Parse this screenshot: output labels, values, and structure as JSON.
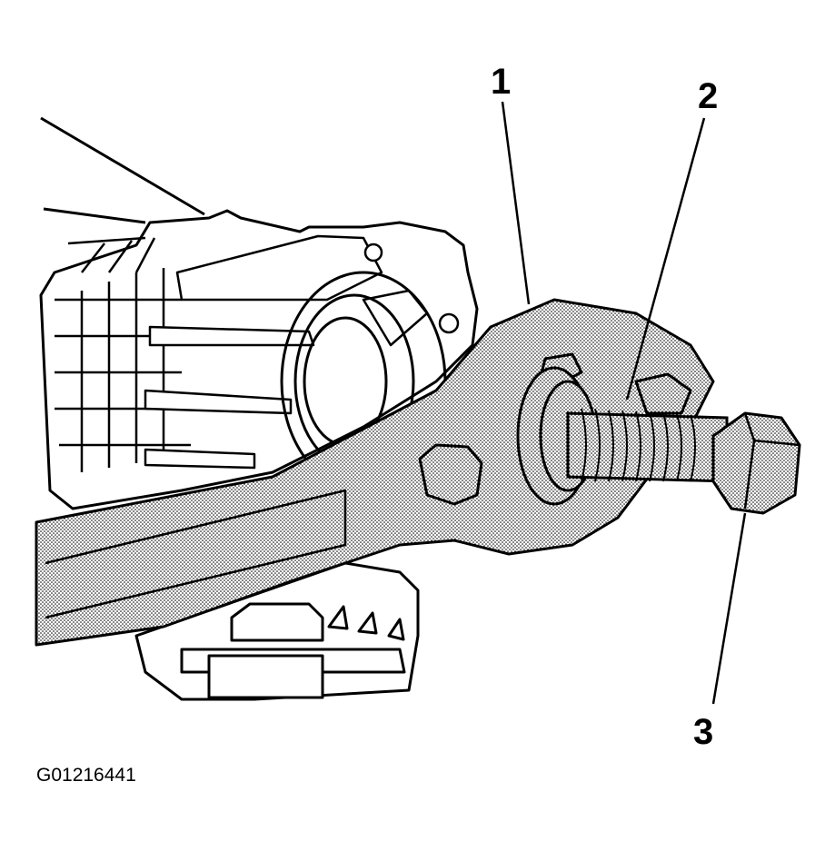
{
  "figure": {
    "id": "G01216441",
    "callouts": [
      {
        "number": "1"
      },
      {
        "number": "2"
      },
      {
        "number": "3"
      }
    ]
  },
  "colors": {
    "ink": "#000000",
    "paper": "#ffffff",
    "stipple": "#9a9a9a"
  }
}
